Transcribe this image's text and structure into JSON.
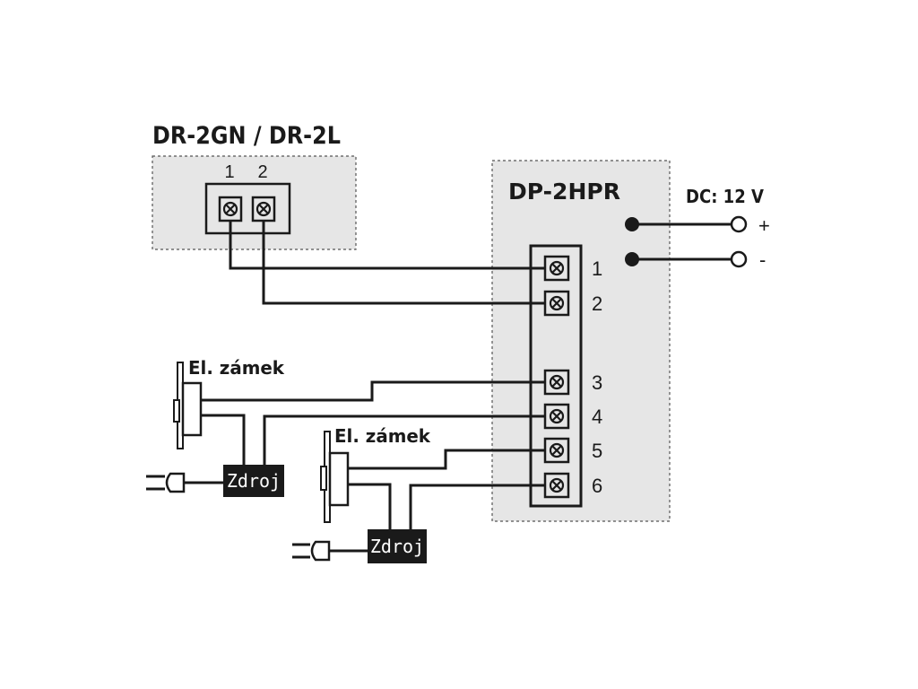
{
  "doorbell_unit": {
    "title": "DR-2GN / DR-2L",
    "terminals": [
      "1",
      "2"
    ]
  },
  "main_unit": {
    "title": "DP-2HPR",
    "terminals": [
      "1",
      "2",
      "3",
      "4",
      "5",
      "6"
    ]
  },
  "power_input": {
    "label": "DC: 12 V",
    "plus": "+",
    "minus": "-"
  },
  "lock_1": {
    "label": "El. zámek",
    "psu_label": "Zdroj"
  },
  "lock_2": {
    "label": "El. zámek",
    "psu_label": "Zdroj"
  },
  "colors": {
    "line": "#1a1a1a",
    "panel_fill": "#e6e6e6",
    "psu_fill": "#1a1a1a",
    "psu_text": "#ffffff"
  }
}
